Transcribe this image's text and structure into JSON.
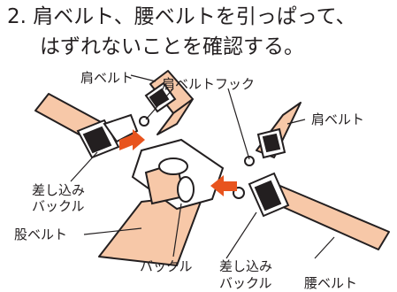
{
  "instruction": {
    "number": "2.",
    "line1": "肩ベルト、腰ベルトを引っぱって、",
    "line2": "はずれないことを確認する。"
  },
  "labels": {
    "shoulder_belt_top": "肩ベルト",
    "shoulder_belt_hook": "肩ベルトフック",
    "shoulder_belt_right": "肩ベルト",
    "insert_buckle_left_1": "差し込み",
    "insert_buckle_left_2": "バックル",
    "crotch_belt": "股ベルト",
    "buckle": "バックル",
    "insert_buckle_right_1": "差し込み",
    "insert_buckle_right_2": "バックル",
    "waist_belt": "腰ベルト"
  },
  "colors": {
    "belt": "#f7c8a8",
    "line": "#231f20",
    "arrow": "#e8541e",
    "buckle_body": "#ffffff"
  }
}
